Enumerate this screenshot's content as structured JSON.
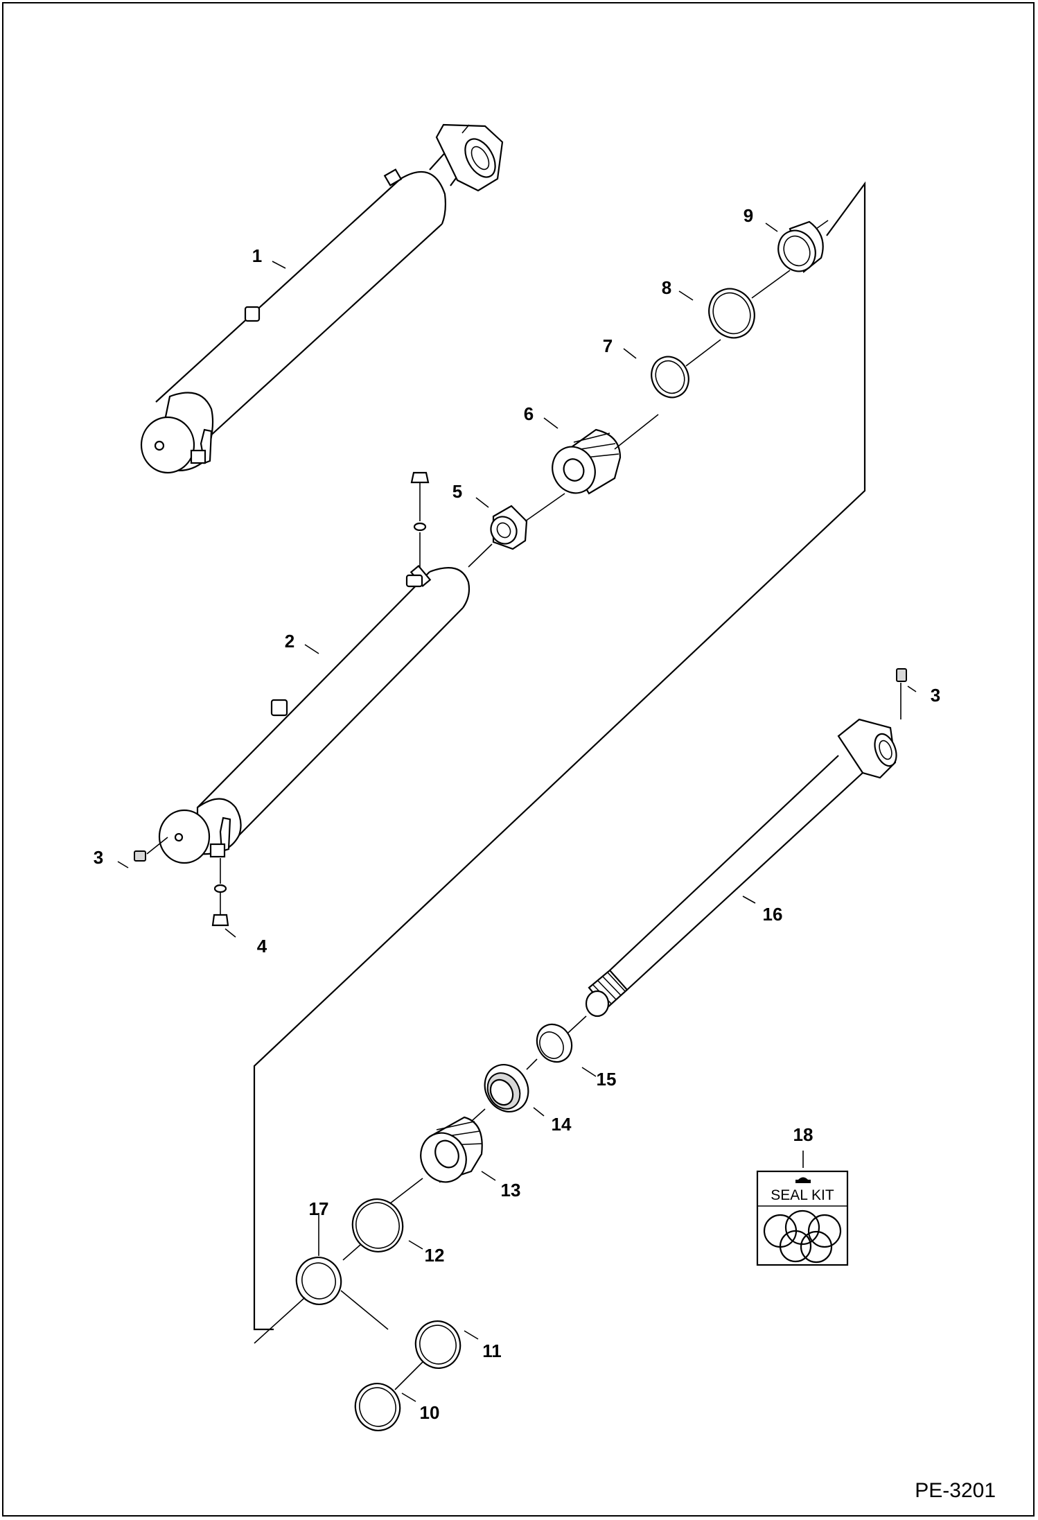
{
  "drawing_code": "PE-3201",
  "seal_kit_text": "SEAL KIT",
  "callouts": {
    "c1": "1",
    "c2": "2",
    "c3a": "3",
    "c3b": "3",
    "c4": "4",
    "c5": "5",
    "c6": "6",
    "c7": "7",
    "c8": "8",
    "c9": "9",
    "c10": "10",
    "c11": "11",
    "c12": "12",
    "c13": "13",
    "c14": "14",
    "c15": "15",
    "c16": "16",
    "c17": "17",
    "c18": "18"
  }
}
